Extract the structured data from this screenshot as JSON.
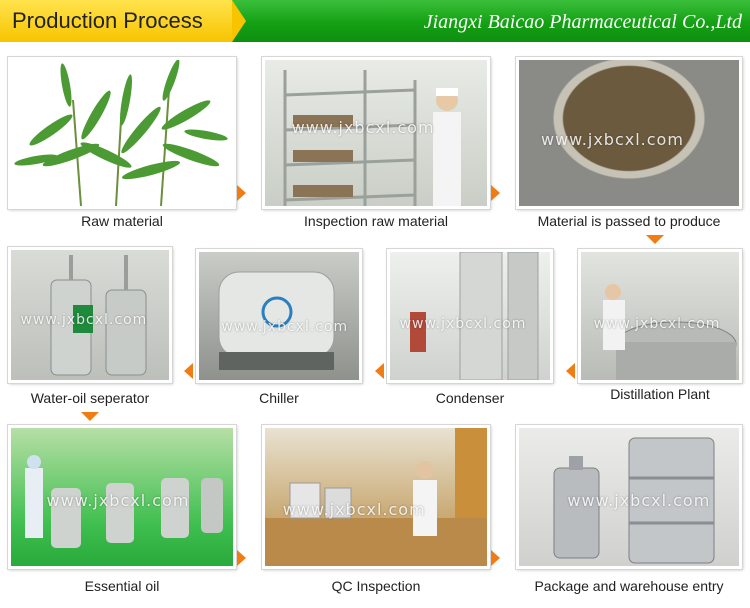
{
  "header": {
    "title": "Production Process",
    "company": "Jiangxi Baicao Pharmaceutical Co.,Ltd"
  },
  "watermark": "www.jxbcxl.com",
  "steps": [
    {
      "caption": "Raw material"
    },
    {
      "caption": "Inspection raw material"
    },
    {
      "caption": "Material is passed to produce"
    },
    {
      "caption": "Water-oil seperator"
    },
    {
      "caption": "Chiller"
    },
    {
      "caption": "Condenser"
    },
    {
      "caption": "Distillation Plant"
    },
    {
      "caption": "Essential oil"
    },
    {
      "caption": "QC Inspection"
    },
    {
      "caption": "Package and warehouse entry"
    }
  ],
  "colors": {
    "header_green": "#14a014",
    "header_yellow": "#f8c400",
    "arrow": "#f07c14"
  }
}
